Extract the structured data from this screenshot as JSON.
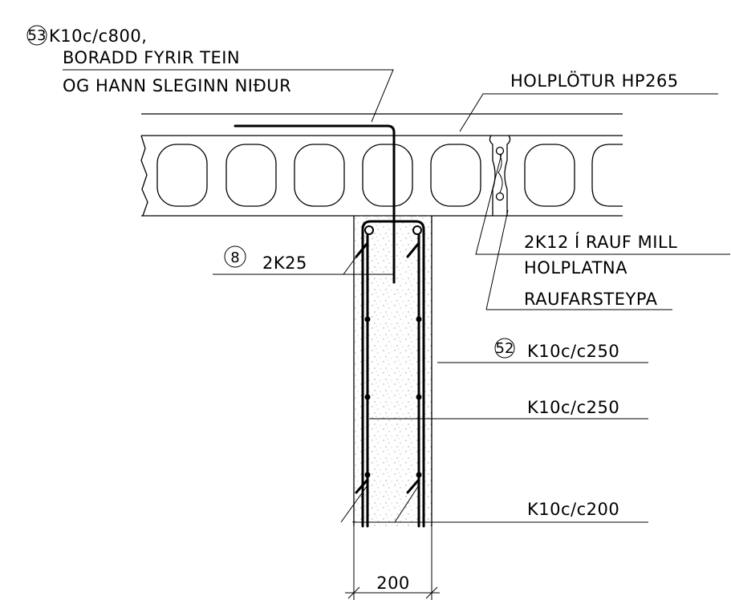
{
  "labels": {
    "drill_tag": "53",
    "drill_line1": "K10c/c800,",
    "drill_line2": "BORADD FYRIR TEIN",
    "drill_line3": "OG HANN SLEGINN NIÐUR",
    "slab": "HOLPLÖTUR HP265",
    "slot_line1": "2K12 Í RAUF MILL",
    "slot_line2": "HOLPLATNA",
    "grout": "RAUFARSTEYPA",
    "main_tag": "8",
    "main_bars": "2K25",
    "stirrup_tag": "52",
    "stirrup1": "K10c/c250",
    "stirrup2": "K10c/c250",
    "stirrup3": "K10c/c200",
    "dimension": "200"
  },
  "colors": {
    "ink": "#000000",
    "background": "#ffffff",
    "concrete_dots": "#9a9a9a"
  }
}
